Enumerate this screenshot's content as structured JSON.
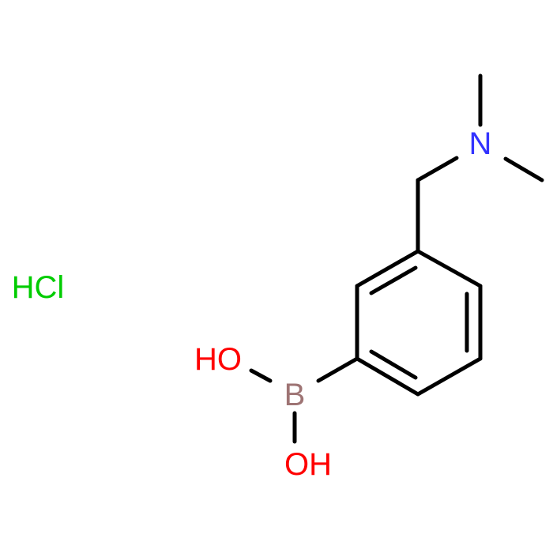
{
  "molecule": {
    "atoms": {
      "nitrogen": {
        "label": "N",
        "color": "#3333ff"
      },
      "boron": {
        "label": "B",
        "color": "#9e7474"
      },
      "hydroxyl_top": {
        "label": "HO",
        "color": "#ff0000"
      },
      "hydroxyl_bottom": {
        "label": "OH",
        "color": "#ff0000"
      }
    },
    "salt": {
      "label": "HCl",
      "color": "#00cc00"
    }
  }
}
